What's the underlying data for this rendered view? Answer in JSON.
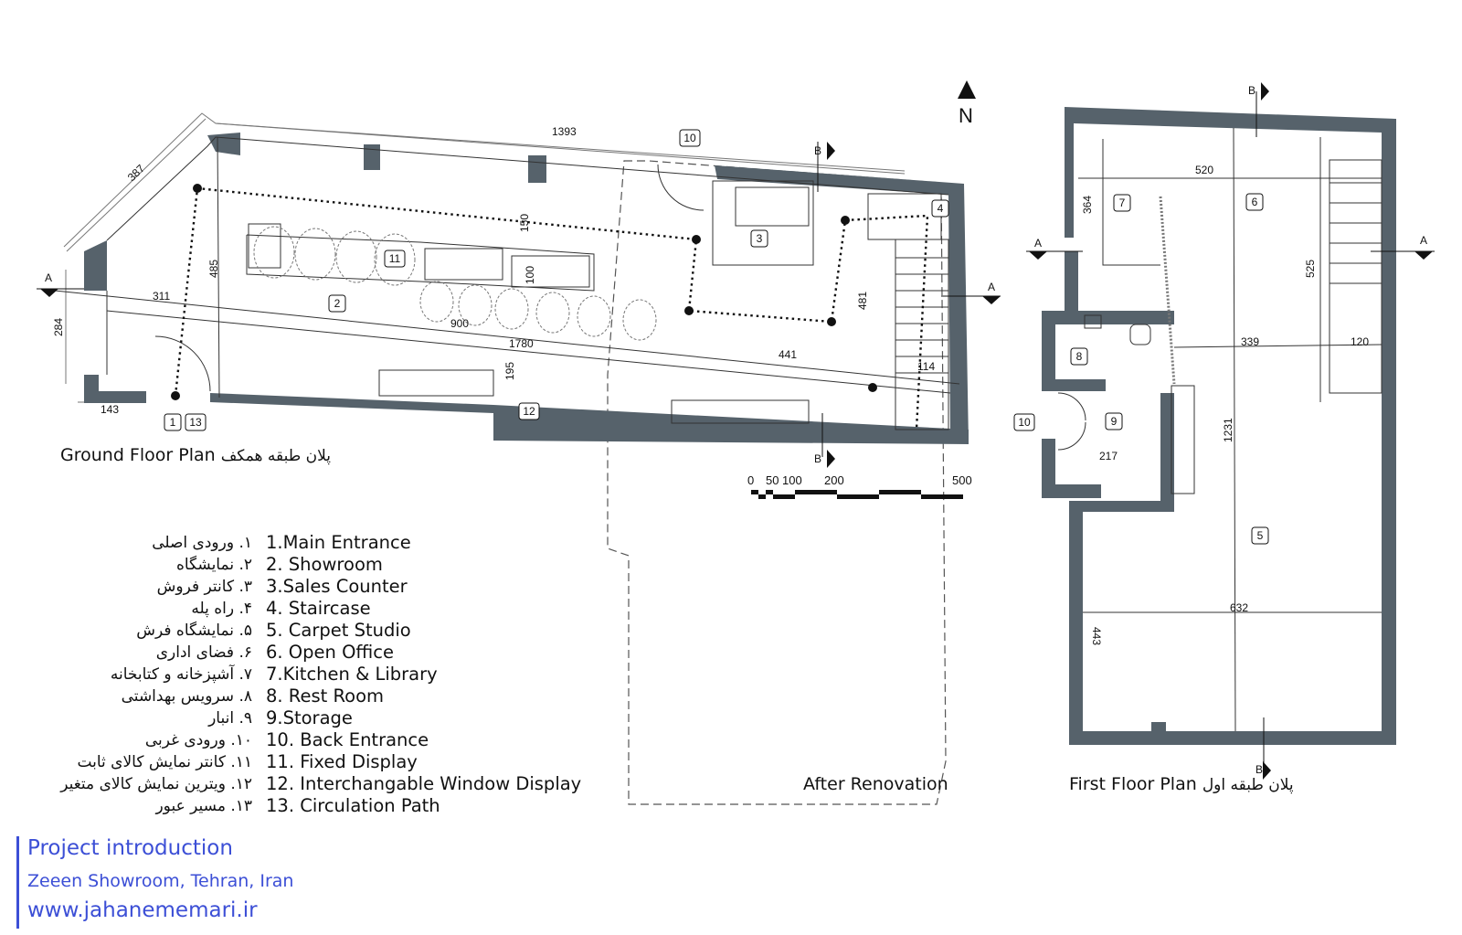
{
  "north_label": "N",
  "ground_floor": {
    "title_en": "Ground Floor Plan",
    "title_fa": "پلان طبقه همکف",
    "dims": {
      "d1393": "1393",
      "d387": "387",
      "d284": "284",
      "d143": "143",
      "d311": "311",
      "d485": "485",
      "d150": "150",
      "d100": "100",
      "d900": "900",
      "d1780": "1780",
      "d195": "195",
      "d441": "441",
      "d481": "481",
      "d114": "114"
    },
    "section_a": "A",
    "section_b": "B",
    "room_tags": {
      "t1": "1",
      "t13": "13",
      "t2": "2",
      "t3": "3",
      "t4": "4",
      "t10": "10",
      "t11": "11",
      "t12": "12"
    }
  },
  "first_floor": {
    "title_en": "First Floor Plan",
    "title_fa": "پلان طبقه اول",
    "dims": {
      "d364": "364",
      "d520": "520",
      "d525": "525",
      "d339": "339",
      "d120": "120",
      "d1231": "1231",
      "d217": "217",
      "d632": "632",
      "d443": "443"
    },
    "room_tags": {
      "t5": "5",
      "t6": "6",
      "t7": "7",
      "t8": "8",
      "t9": "9",
      "t10": "10"
    }
  },
  "after_renovation": "After Renovation",
  "scale_bar": {
    "labels": [
      "0",
      "50",
      "100",
      "200",
      "500"
    ]
  },
  "legend_en": [
    "1.Main Entrance",
    "2. Showroom",
    "3.Sales Counter",
    "4. Staircase",
    "5. Carpet Studio",
    "6. Open Office",
    "7.Kitchen & Library",
    "8. Rest Room",
    "9.Storage",
    "10. Back Entrance",
    "11. Fixed Display",
    "12. Interchangable Window Display",
    "13. Circulation Path"
  ],
  "legend_fa": [
    "۱. ورودی اصلی",
    "۲. نمایشگاه",
    "۳. کانتر فروش",
    "۴. راه پله",
    "۵. نمایشگاه فرش",
    "۶. فضای اداری",
    "۷. آشپزخانه و کتابخانه",
    "۸. سرویس بهداشتی",
    "۹. انبار",
    "۱۰. ورودی غربی",
    "۱۱. کانتر نمایش کالای ثابت",
    "۱۲. ویترین نمایش کالای متغیر",
    "۱۳. مسیر عبور"
  ],
  "footer": {
    "line1": "Project introduction",
    "line2": "Zeeen Showroom, Tehran, Iran",
    "line3": "www.jahanememari.ir"
  },
  "colors": {
    "wall": "#56626b",
    "accent": "#3c4fd6"
  }
}
